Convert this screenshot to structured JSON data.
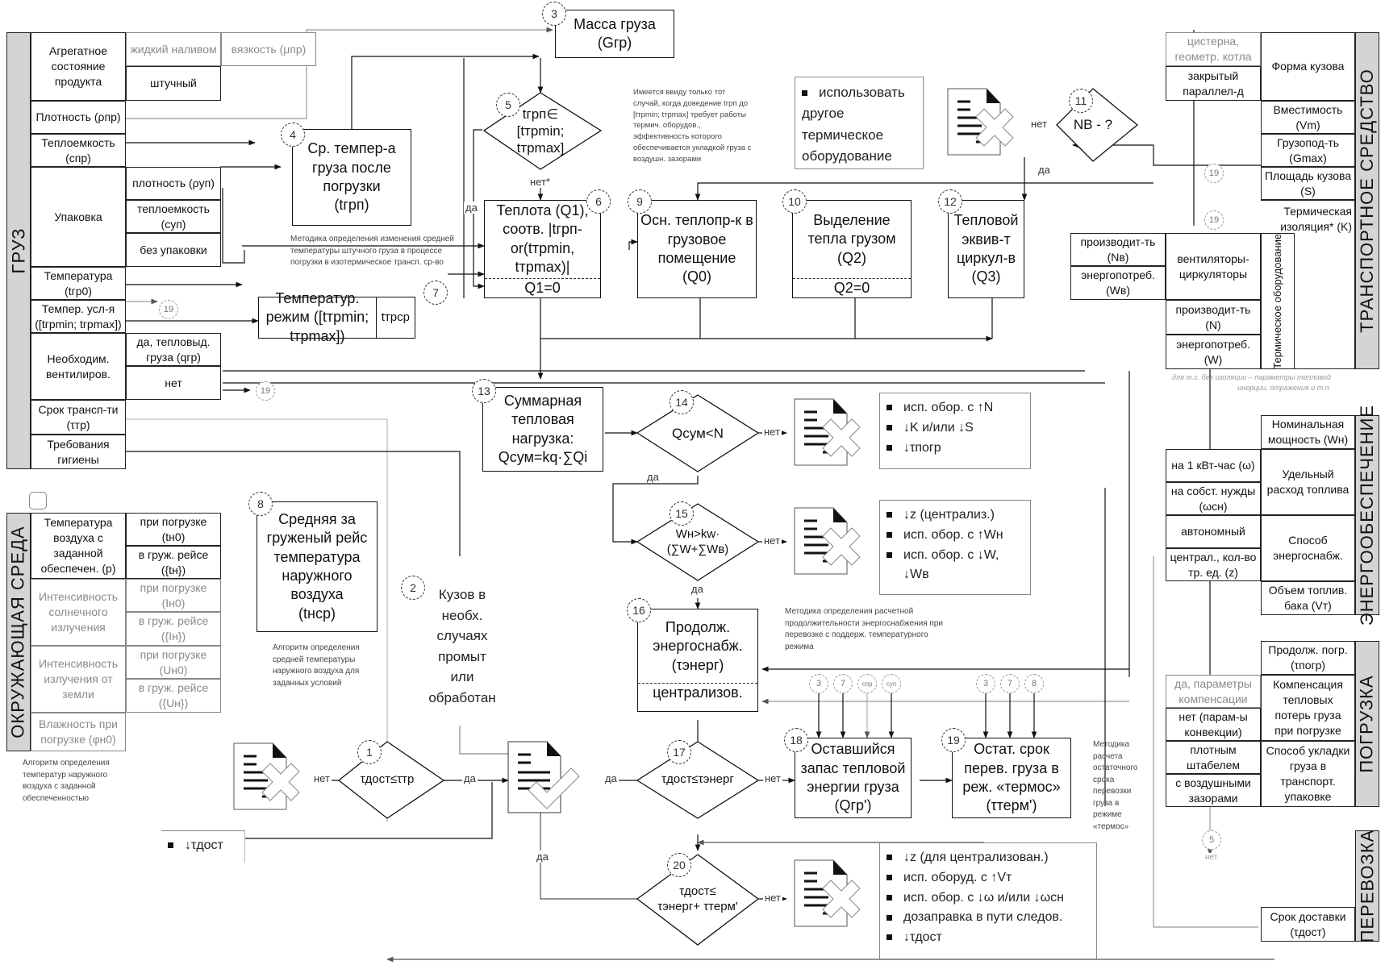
{
  "sections": {
    "cargo": "ГРУЗ",
    "environment": "ОКРУЖАЮЩАЯ СРЕДА",
    "vehicle": "ТРАНСПОРТНОЕ СРЕДСТВО",
    "energy": "ЭНЕРГООБЕСПЕЧЕНИЕ",
    "loading": "ПОГРУЗКА",
    "transport": "ПЕРЕВОЗКА"
  },
  "cargo": {
    "aggregate": "Агрегатное состояние продукта",
    "liquid": "жидкий наливом",
    "viscosity": "вязкость (μпр)",
    "piece": "штучный",
    "density": "Плотность (ρпр)",
    "heat_capacity": "Теплоемкость (cпр)",
    "packaging": "Упаковка",
    "pack_density": "плотность (ρуп)",
    "pack_heat": "теплоемкость (cуп)",
    "no_pack": "без упаковки",
    "temperature": "Температура (tгр0)",
    "temp_conditions": "Темпер. усл-я ([tгрmin; tгрmax])",
    "ventilation": "Необходим. вентилиров.",
    "vent_yes": "да, тепловыд. груза (qгр)",
    "vent_no": "нет",
    "transport_term": "Срок трансп-ти (τтр)",
    "hygiene": "Требования гигиены"
  },
  "environment": {
    "air_temp": "Температура воздуха с заданной обеспечен. (p)",
    "at_loading_t": "при погрузке (tн0)",
    "in_trip_t": "в груж. рейсе ({tн})",
    "solar": "Интенсивность солнечного излучения",
    "at_loading_i": "при погрузке (Iн0)",
    "in_trip_i": "в груж. рейсе ({Iн})",
    "ground": "Интенсивность излучения от земли",
    "at_loading_u": "при погрузке (Uн0)",
    "in_trip_u": "в груж. рейсе ({Uн})",
    "humidity": "Влажность при погрузке (φн0)",
    "note": "Алгоритм определения температур наружного воздуха с заданной обеспеченностью"
  },
  "vehicle": {
    "tank": "цистерна, геометр. котла",
    "closed": "закрытый параллел-д",
    "body_shape": "Форма кузова",
    "capacity": "Вместимость (Vm)",
    "payload": "Грузопод-ть (Gmax)",
    "area": "Площадь кузова (S)",
    "insulation": "Термическая изоляция* (K)",
    "fan_perf": "производит-ть (Nв)",
    "fan_energy": "энергопотреб. (Wв)",
    "fans": "вентиляторы-циркуляторы",
    "perf": "производит-ть (N)",
    "energy": "энергопотреб. (W)",
    "thermal_equipment": "Термическое оборудование",
    "footnote": "для т.с. без изоляции – параметры тепловой инерции, отражения и т.п."
  },
  "energy": {
    "nominal": "Номинальная мощность (Wн)",
    "per_kwh": "на 1 кВт-час (ω)",
    "own_needs": "на собст. нужды (ωсн)",
    "specific": "Удельный расход топлива",
    "autonomous": "автономный",
    "central": "централ., кол-во тр. ед. (z)",
    "method": "Способ энергоснабж.",
    "tank": "Объем топлив. бака (Vт)"
  },
  "loading": {
    "duration": "Продолж. погр. (τпогр)",
    "comp_yes": "да, параметры компенсации",
    "comp_no": "нет (парам-ы конвекции)",
    "compensation": "Компенсация тепловых потерь груза при погрузке",
    "dense": "плотным штабелем",
    "gaps": "с воздушными зазорами",
    "stacking": "Способ укладки груза в транспорт. упаковке",
    "ref5": "5",
    "no": "нет"
  },
  "transport": {
    "delivery": "Срок доставки (τдост)"
  },
  "blocks": {
    "b3": {
      "num": "3",
      "title": "Масса груза",
      "sub": "(Gгр)"
    },
    "b4": {
      "num": "4",
      "title": "Ср. темпер-а груза после погрузки",
      "sub": "(tгрп)"
    },
    "b4_note": "Методика определения изменения средней температуры штучного груза в процессе погрузки в изотермическое трансп. ср-во",
    "b5": {
      "num": "5",
      "text": "tгрп∈ [tтрmin; tтрmax]"
    },
    "b5_note": "Имеется ввиду только тот случай, когда доведение tгрп до [tтрmin; tтрmax] требует работы термич. оборудов., эффективность которого обеспечивается укладкой груза с воздушн. зазорами",
    "b6": {
      "num": "6",
      "title": "Теплота (Q1), соотв. |tгрп-or(tтрmin, tтрmax)|",
      "sub": "Q1=0"
    },
    "b7": {
      "num": "7",
      "title": "Температур. режим ([tтрmin; tтрmax])",
      "side": "tтрср"
    },
    "b8": {
      "num": "8",
      "title": "Средняя за груженый рейс температура наружного воздуха",
      "sub": "(tнср)"
    },
    "b8_note": "Алгоритм определения средней температуры наружного воздуха для заданных условий",
    "b9": {
      "num": "9",
      "title": "Осн. теплопр-к в грузовое помещение",
      "sub": "(Q0)"
    },
    "b10": {
      "num": "10",
      "title": "Выделение тепла грузом (Q2)",
      "sub": "Q2=0"
    },
    "b11": {
      "num": "11",
      "text": "NВ - ?"
    },
    "b11_remedy": "использовать другое термическое оборудование",
    "b12": {
      "num": "12",
      "title": "Тепловой эквив-т циркул-в",
      "sub": "(Q3)"
    },
    "b13": {
      "num": "13",
      "title": "Суммарная тепловая нагрузка:",
      "sub": "Qсум=kq·∑Qi"
    },
    "b14": {
      "num": "14",
      "text": "Qсум<N"
    },
    "b14_remedy": [
      "исп. обор. с ↑N",
      "↓K и/или ↓S",
      "↓τпогр"
    ],
    "b15": {
      "num": "15",
      "text": "Wн>kw· (∑W+∑Wв)"
    },
    "b15_remedy": [
      "↓z (централиз.)",
      "исп. обор. с ↑Wн",
      "исп. обор. с ↓W,",
      "↓Wв"
    ],
    "b16": {
      "num": "16",
      "title": "Продолж. энергоснабж.",
      "mid": "(τэнерг)",
      "sub": "централизов."
    },
    "b16_note": "Методика определения расчетной продолжительности энергоснабжения при перевозке с поддерж. температурного режима",
    "b17": {
      "num": "17",
      "text": "τдост≤τэнерг"
    },
    "b18": {
      "num": "18",
      "title": "Оставшийся запас тепловой энергии груза",
      "sub": "(Qгр')"
    },
    "b18_refs": [
      "3",
      "7",
      "cпр",
      "cуп"
    ],
    "b19": {
      "num": "19",
      "title": "Остат. срок перев. груза в реж. «термос»",
      "sub": "(τтерм')"
    },
    "b19_refs": [
      "3",
      "7",
      "8"
    ],
    "b19_note": "Методика расчета остаточного срока перевозки груза в режиме «термос»",
    "b20": {
      "num": "20",
      "text": "τдост≤ τэнерг+ τтерм'"
    },
    "b20_remedy": [
      "↓z (для централизован.)",
      "исп. оборуд. с ↑Vт",
      "исп. обор. с ↓ω и/или ↓ωсн",
      "дозаправка в пути следов.",
      "↓τдост"
    ],
    "b1": {
      "num": "1",
      "text": "τдост≤τтр"
    },
    "b1_remedy": "↓τдост",
    "b2": {
      "num": "2",
      "text": "Кузов в необх. случаях промыт или обработан"
    },
    "ref19": "19"
  },
  "labels": {
    "yes": "да",
    "no": "нет",
    "no_star": "нет*"
  }
}
